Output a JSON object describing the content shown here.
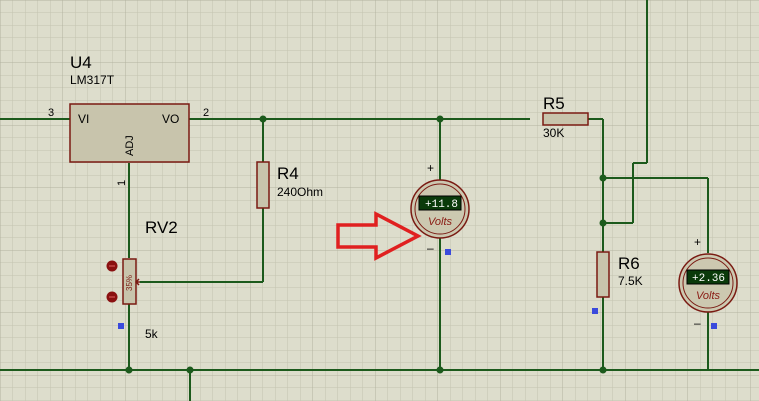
{
  "components": {
    "u4": {
      "ref": "U4",
      "part": "LM317T",
      "pin_vi": "VI",
      "pin_vo": "VO",
      "pin_adj": "ADJ",
      "pin3": "3",
      "pin2": "2",
      "pin1": "1"
    },
    "rv2": {
      "ref": "RV2",
      "value": "5k",
      "wiper_pct": "35%"
    },
    "r4": {
      "ref": "R4",
      "value": "240Ohm"
    },
    "r5": {
      "ref": "R5",
      "value": "30K"
    },
    "r6": {
      "ref": "R6",
      "value": "7.5K"
    },
    "voltmeter1": {
      "reading": "+11.8",
      "unit": "Volts",
      "plus": "+",
      "minus": "–"
    },
    "voltmeter2": {
      "reading": "+2.36",
      "unit": "Volts",
      "plus": "+",
      "minus": "–"
    }
  },
  "colors": {
    "wire": "#1c5a1c",
    "component_outline": "#7a1a12",
    "component_fill": "#c8c4ac",
    "grid_minor": "#c4c4b0",
    "grid_major": "#b2b2a0",
    "arrow": "#e02020",
    "lcd_bg": "#0a3a0a",
    "pin_marker": "#3a4adc"
  }
}
